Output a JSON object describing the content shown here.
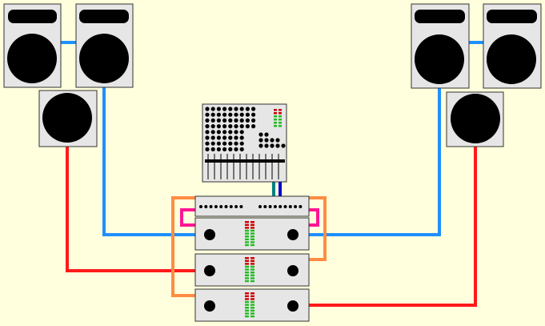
{
  "colors": {
    "background": "#ffffdd",
    "device_fill": "#e6e6e6",
    "device_stroke": "#333333",
    "speaker_cone": "#000000",
    "cable_blue": "#1e90ff",
    "cable_red": "#ff1a1a",
    "cable_orange": "#ff8c42",
    "cable_pink": "#ff1493",
    "cable_teal": "#008080",
    "cable_navy": "#0000cc",
    "led_red": "#cc0000",
    "led_green": "#22bb22"
  },
  "icons": {
    "speaker": "speaker-icon",
    "subwoofer": "subwoofer-icon",
    "mixer": "mixing-console-icon",
    "crossover": "crossover-unit-icon",
    "amplifier": "power-amplifier-icon"
  },
  "devices": {
    "left_speakers": 2,
    "left_subwoofers": 1,
    "right_speakers": 2,
    "right_subwoofers": 1,
    "mixers": 1,
    "crossovers": 1,
    "amplifiers": 3
  }
}
